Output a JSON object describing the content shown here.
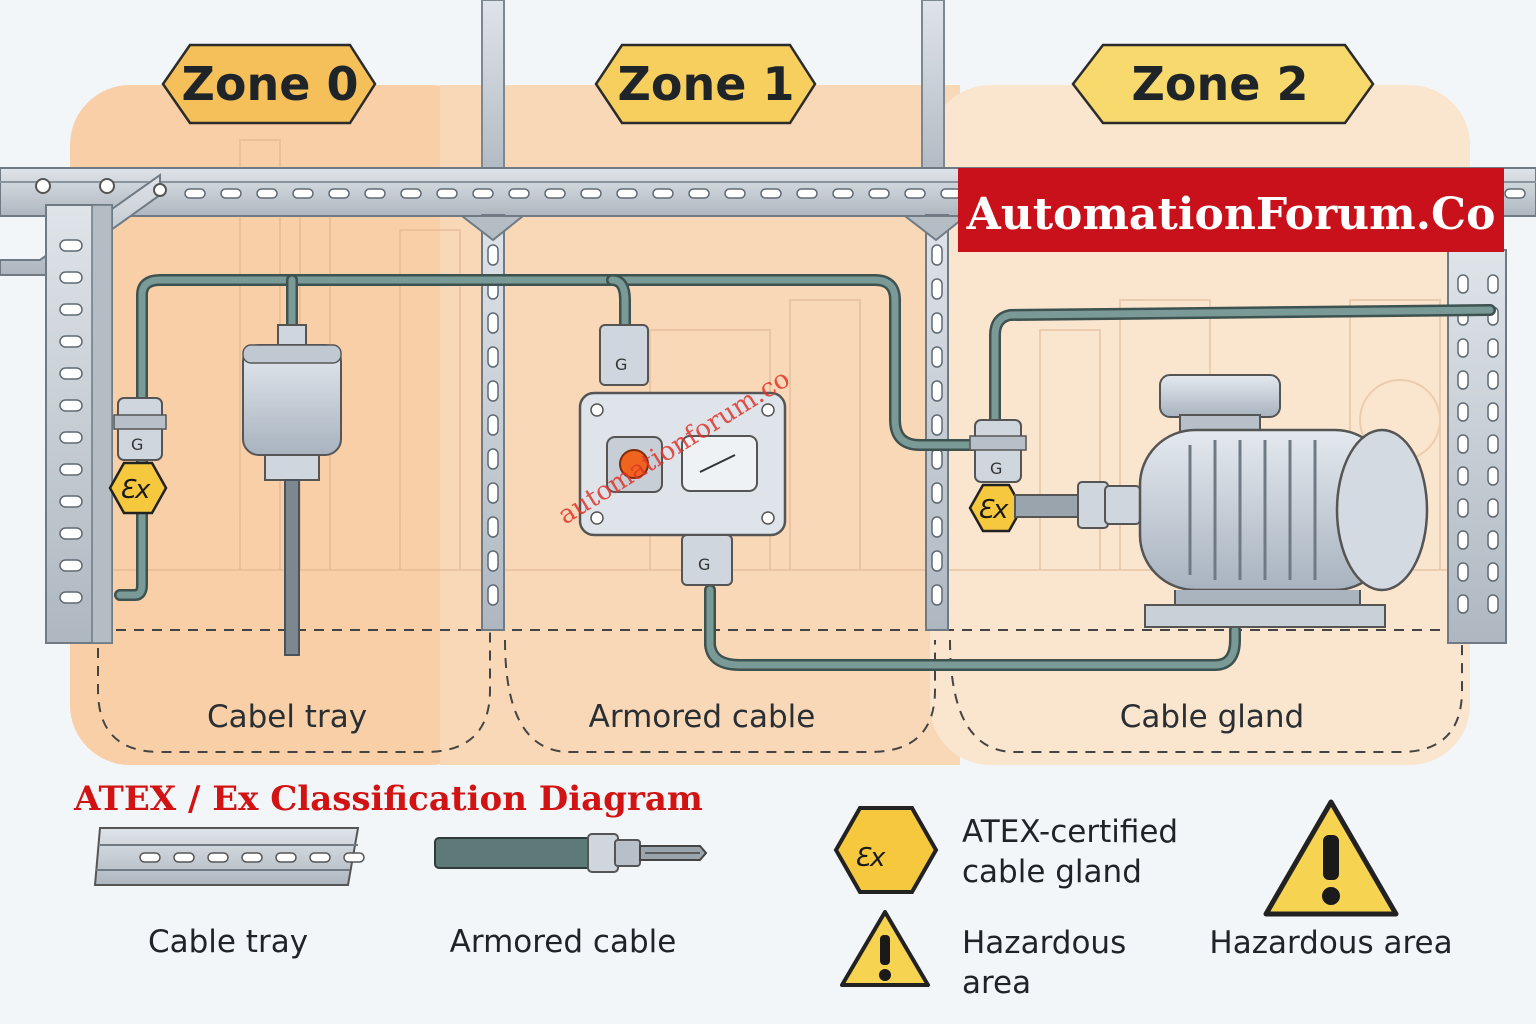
{
  "zones": [
    {
      "label": "Zone 0",
      "fill": "#f5bf5a"
    },
    {
      "label": "Zone 1",
      "fill": "#f7cf5e"
    },
    {
      "label": "Zone 2",
      "fill": "#f8d96e"
    }
  ],
  "brand": {
    "text": "AutomationForum.Co",
    "background": "#c8111b"
  },
  "watermark": {
    "text": "automationforum.co"
  },
  "area_labels": [
    "Cabel tray",
    "Armored cable",
    "Cable gland"
  ],
  "title": "ATEX / Ex Classification Diagram",
  "legend": {
    "cable_tray": "Cable tray",
    "armored_cable": "Armored cable",
    "ex_gland_line1": "ATEX-certified",
    "ex_gland_line2": "cable gland",
    "hazard_small_line1": "Hazardous",
    "hazard_small_line2": "area",
    "hazard_large": "Hazardous area"
  },
  "ex_symbol": "Ɛx",
  "gland_marking": "G",
  "colors": {
    "zone0_bg": "#f8cfa6",
    "zone1_bg": "#f9d8b8",
    "zone2_bg": "#fae5cf",
    "steel": "#c3cbd3",
    "cable": "#5d7a78",
    "warning_yellow": "#f6d451"
  }
}
